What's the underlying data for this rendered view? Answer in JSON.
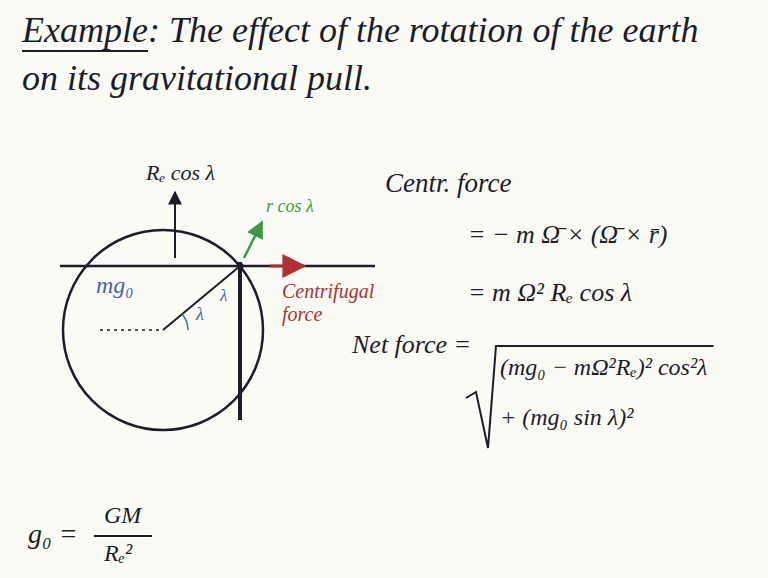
{
  "diagram": {
    "title": "Example: The effect of the rotation of the earth on its gravitational pull.",
    "labels": [
      "Rₑ cos λ",
      "r cos λ",
      "mg₀",
      "λ",
      "λ",
      "Centrifugal force",
      "Centr. force",
      "= − m Ω̄ × (Ω̄ × r̄)",
      "= m Ω² Rₑ cos λ",
      "Net force =",
      "(mg₀ − mΩ²Rₑ)² cos²λ",
      "+ (mg₀ sin λ)²",
      "g₀ =",
      "GM",
      "Rₑ²"
    ]
  }
}
